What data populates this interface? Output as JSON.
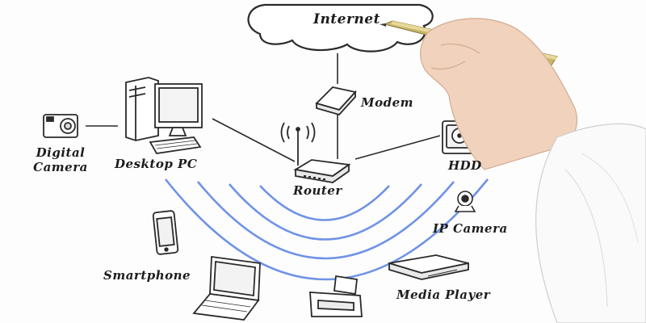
{
  "diagram": {
    "labels": {
      "internet": "Internet",
      "modem": "Modem",
      "router": "Router",
      "desktop_pc": "Desktop PC",
      "digital_camera_line1": "Digital",
      "digital_camera_line2": "Camera",
      "hdd": "HDD",
      "ip_camera": "IP Camera",
      "smartphone": "Smartphone",
      "media_player": "Media Player"
    },
    "colors": {
      "ink": "#2a2a2a",
      "wifi_arc": "#6f93e6",
      "pen_gold": "#c9b56a",
      "skin": "#f1d2bd",
      "sleeve": "#fafafa"
    },
    "icons": [
      "cloud-icon",
      "modem-icon",
      "router-icon",
      "desktop-pc-icon",
      "digital-camera-icon",
      "hdd-icon",
      "ip-camera-icon",
      "smartphone-icon",
      "laptop-icon",
      "printer-icon",
      "media-player-icon"
    ]
  }
}
